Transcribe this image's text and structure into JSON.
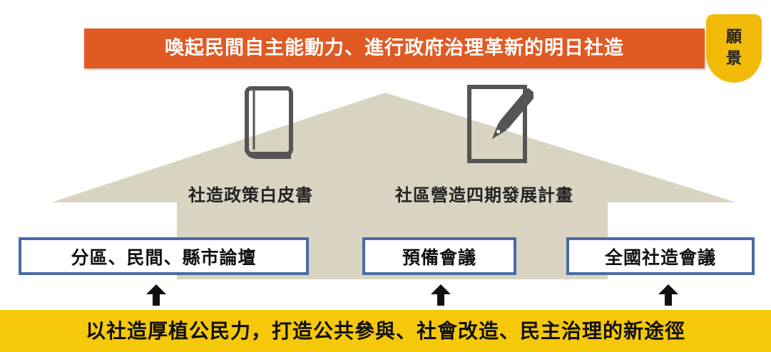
{
  "vision": {
    "statement": "喚起民間自主能動力、進行政府治理革新的明日社造",
    "badge_line1": "願",
    "badge_line2": "景"
  },
  "pillars": {
    "left": {
      "icon": "book-icon",
      "label": "社造政策白皮書"
    },
    "right": {
      "icon": "document-pen-icon",
      "label": "社區營造四期發展計畫"
    }
  },
  "meetings": [
    {
      "label": "分區、民間、縣市論壇"
    },
    {
      "label": "預備會議"
    },
    {
      "label": "全國社造會議"
    }
  ],
  "foundation": {
    "statement": "以社造厚植公民力，打造公共參與、社會改造、民主治理的新途徑"
  },
  "colors": {
    "vision_banner": "#e05a24",
    "badge": "#f2bb0a",
    "house": "#d8d4c1",
    "box_border": "#4a6aa6",
    "foundation_banner": "#f5c80a"
  }
}
